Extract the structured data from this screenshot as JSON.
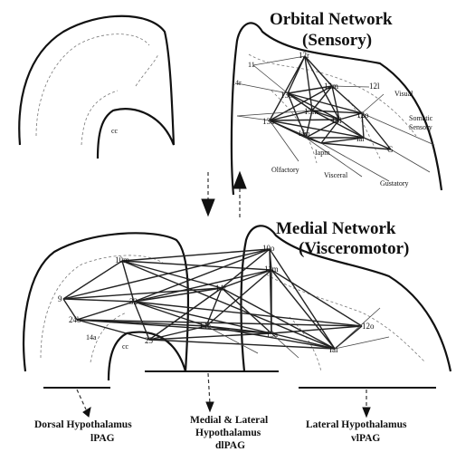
{
  "orbital": {
    "title_line1": "Orbital Network",
    "title_line2": "(Sensory)",
    "nodes": {
      "n12r": "12r",
      "n12m": "12m",
      "n12l": "12l",
      "n13b": "13b",
      "n13m": "13m",
      "n13l": "13l",
      "n12o": "12o",
      "n13a": "13a",
      "n11": "11",
      "n14r": "14r",
      "nIam": "Iam",
      "nIai": "Iai",
      "nIapm": "Iapm",
      "nG": "G"
    },
    "modalities": {
      "visual": "Visual",
      "somatic_1": "Somatic",
      "somatic_2": "Sensory",
      "olfactory": "Olfactory",
      "visceral": "Visceral",
      "gustatory": "Gustatory"
    }
  },
  "cc_upper": "cc",
  "cc_lower": "cc",
  "medial": {
    "title_line1": "Medial Network",
    "title_line2": "(Visceromotor)",
    "nodes": {
      "n9": "9",
      "n10m": "10m",
      "n10o": "10o",
      "n11m": "11m",
      "n32": "32",
      "n24b": "24b",
      "n14c": "14c",
      "n25": "25",
      "n14r": "14r",
      "n13a": "13a",
      "n12o": "12o",
      "nIai": "Iai",
      "n14a": "14a"
    }
  },
  "outputs": {
    "left_line1": "Dorsal Hypothalamus",
    "left_line2": "lPAG",
    "center_line1": "Medial & Lateral",
    "center_line2": "Hypothalamus",
    "center_line3": "dlPAG",
    "right_line1": "Lateral Hypothalamus",
    "right_line2": "vlPAG"
  }
}
